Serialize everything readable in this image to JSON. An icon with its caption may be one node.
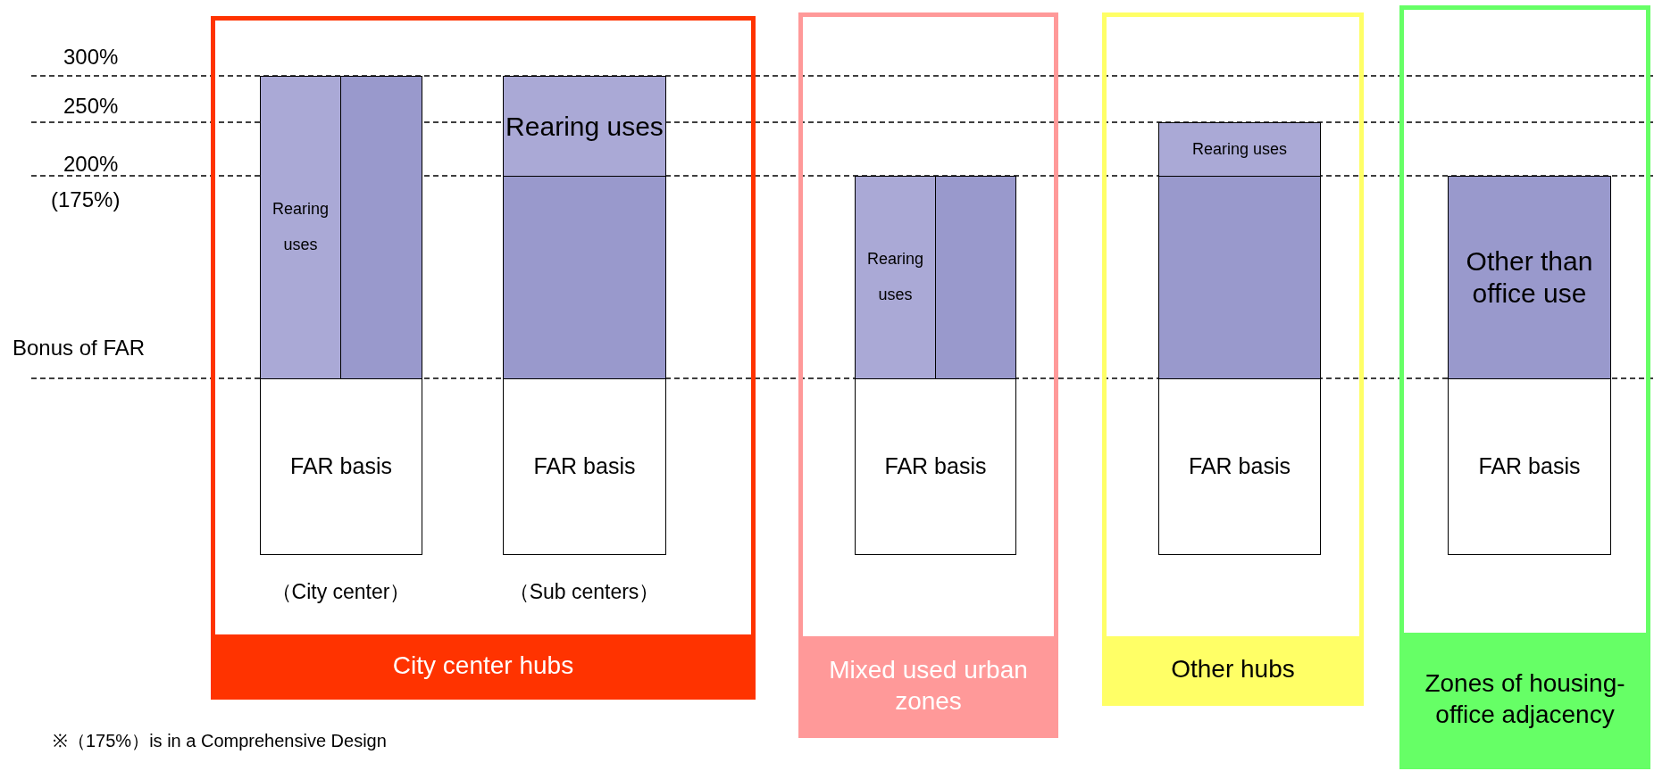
{
  "diagram": {
    "nodes": [
      {
        "text": [
          "City center hubs"
        ]
      },
      {
        "text": [
          "Rearing uses"
        ],
        "in": 0
      },
      {
        "text": [],
        "shape": "box",
        "in": 0
      },
      {
        "text": [
          "FAR basis"
        ],
        "in": 0,
        "beside": [
          "（City center）"
        ]
      },
      {
        "text": [
          "Rearing uses"
        ],
        "in": 0
      },
      {
        "text": [],
        "shape": "box",
        "in": 0
      },
      {
        "text": [
          "FAR basis"
        ],
        "in": 0,
        "beside": [
          "（Sub centers）"
        ]
      },
      {
        "text": [
          "Mixed used urban zones"
        ]
      },
      {
        "text": [
          "Rearing uses"
        ],
        "in": 7
      },
      {
        "text": [],
        "shape": "box",
        "in": 7
      },
      {
        "text": [
          "FAR basis"
        ],
        "in": 7
      },
      {
        "text": [
          "Other hubs"
        ]
      },
      {
        "text": [
          "Rearing uses"
        ],
        "in": 11
      },
      {
        "text": [],
        "shape": "box",
        "in": 11
      },
      {
        "text": [
          "FAR basis"
        ],
        "in": 11
      },
      {
        "text": [
          "Zones of housing-office adjacency"
        ]
      },
      {
        "text": [
          "Other than office use"
        ],
        "in": 15
      },
      {
        "text": [
          "FAR basis"
        ],
        "in": 15
      }
    ],
    "edges": [],
    "labels": [
      "300%",
      "250%",
      "200%",
      "(175%)",
      "Bonus of FAR",
      "※（175%）is in a Comprehensive Design"
    ]
  }
}
